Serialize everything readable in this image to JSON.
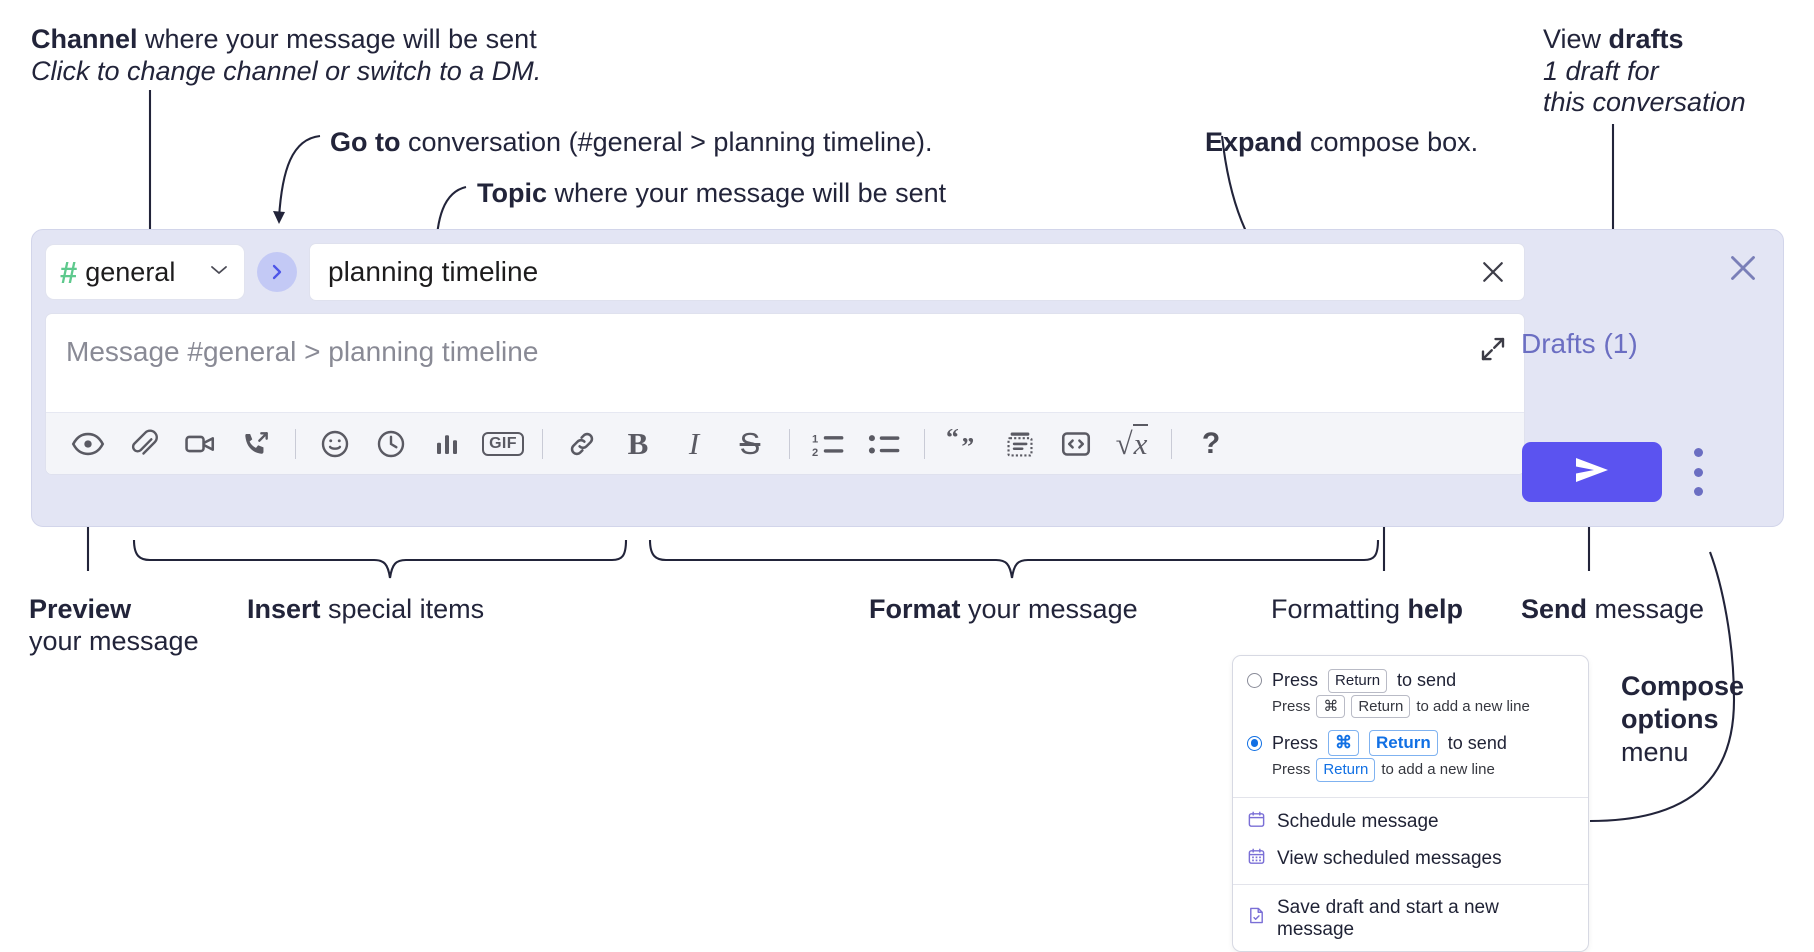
{
  "annotations": {
    "channel": {
      "bold": "Channel",
      "rest": " where your message will be sent",
      "italic": "Click to change channel or switch to a DM."
    },
    "goto": {
      "bold": "Go to",
      "rest": " conversation (#general > planning timeline)."
    },
    "topic": {
      "bold": "Topic",
      "rest": " where your message will be sent"
    },
    "expand": {
      "bold": "Expand",
      "rest": " compose box."
    },
    "drafts": {
      "prefix": "View ",
      "bold": "drafts",
      "italic1": "1 draft for",
      "italic2": "this conversation"
    },
    "preview": {
      "bold": "Preview",
      "line2": "your message"
    },
    "insert": {
      "bold": "Insert",
      "rest": " special items"
    },
    "format": {
      "bold": "Format",
      "rest": " your message"
    },
    "help": {
      "prefix": "Formatting ",
      "bold": "help"
    },
    "send": {
      "bold": "Send",
      "rest": " message"
    },
    "compose_options": {
      "bold1": "Compose",
      "bold2": "options",
      "rest": "menu"
    }
  },
  "compose": {
    "channel_name": "general",
    "hash_icon": "hash-icon",
    "chevron_icon": "chevron-down-icon",
    "goto_icon": "chevron-right-icon",
    "topic_value": "planning timeline",
    "topic_clear_icon": "close-icon",
    "message_placeholder": "Message #general > planning timeline",
    "expand_icon": "expand-icon",
    "close_icon": "close-icon",
    "drafts_label": "Drafts (1)",
    "send_icon": "send-icon",
    "kebab_icon": "more-vertical-icon",
    "accent_send": "#5b53f0",
    "accent_draft": "#6b6ec2",
    "hash_color": "#5ec98d",
    "panel_bg": "#e3e5f4",
    "toolbar": [
      {
        "name": "preview-icon",
        "label": "Preview",
        "group": "preview"
      },
      {
        "name": "attachment-icon",
        "label": "Attach file",
        "group": "insert"
      },
      {
        "name": "video-icon",
        "label": "Record video clip",
        "group": "insert"
      },
      {
        "name": "audio-call-icon",
        "label": "Record audio clip",
        "group": "insert"
      },
      {
        "name": "emoji-icon",
        "label": "Emoji",
        "group": "insert2"
      },
      {
        "name": "clock-icon",
        "label": "Reminder",
        "group": "insert2"
      },
      {
        "name": "poll-icon",
        "label": "Poll",
        "group": "insert2"
      },
      {
        "name": "gif-icon",
        "label": "GIF",
        "group": "insert2"
      },
      {
        "name": "link-icon",
        "label": "Link",
        "group": "format"
      },
      {
        "name": "bold-icon",
        "label": "B",
        "group": "format"
      },
      {
        "name": "italic-icon",
        "label": "I",
        "group": "format"
      },
      {
        "name": "strikethrough-icon",
        "label": "S",
        "group": "format"
      },
      {
        "name": "ordered-list-icon",
        "label": "Ordered list",
        "group": "format2"
      },
      {
        "name": "bulleted-list-icon",
        "label": "Bulleted list",
        "group": "format2"
      },
      {
        "name": "blockquote-icon",
        "label": "Blockquote",
        "group": "format2"
      },
      {
        "name": "code-block-icon",
        "label": "Code block",
        "group": "format2"
      },
      {
        "name": "code-icon",
        "label": "Code",
        "group": "format2"
      },
      {
        "name": "latex-icon",
        "label": "LaTeX",
        "group": "format2"
      },
      {
        "name": "help-icon",
        "label": "?",
        "group": "help"
      }
    ]
  },
  "menu": {
    "options": [
      {
        "selected": false,
        "main": [
          "Press",
          "Return",
          "to send"
        ],
        "sub": [
          "Press",
          "⌘",
          "Return",
          "to add a new line"
        ]
      },
      {
        "selected": true,
        "main": [
          "Press",
          "⌘",
          "Return",
          "to send"
        ],
        "sub": [
          "Press",
          "Return",
          "to add a new line"
        ]
      }
    ],
    "items": [
      {
        "icon": "calendar-icon",
        "label": "Schedule message"
      },
      {
        "icon": "calendar-grid-icon",
        "label": "View scheduled messages"
      },
      {
        "icon": "save-draft-icon",
        "label": "Save draft and start a new message"
      }
    ]
  }
}
